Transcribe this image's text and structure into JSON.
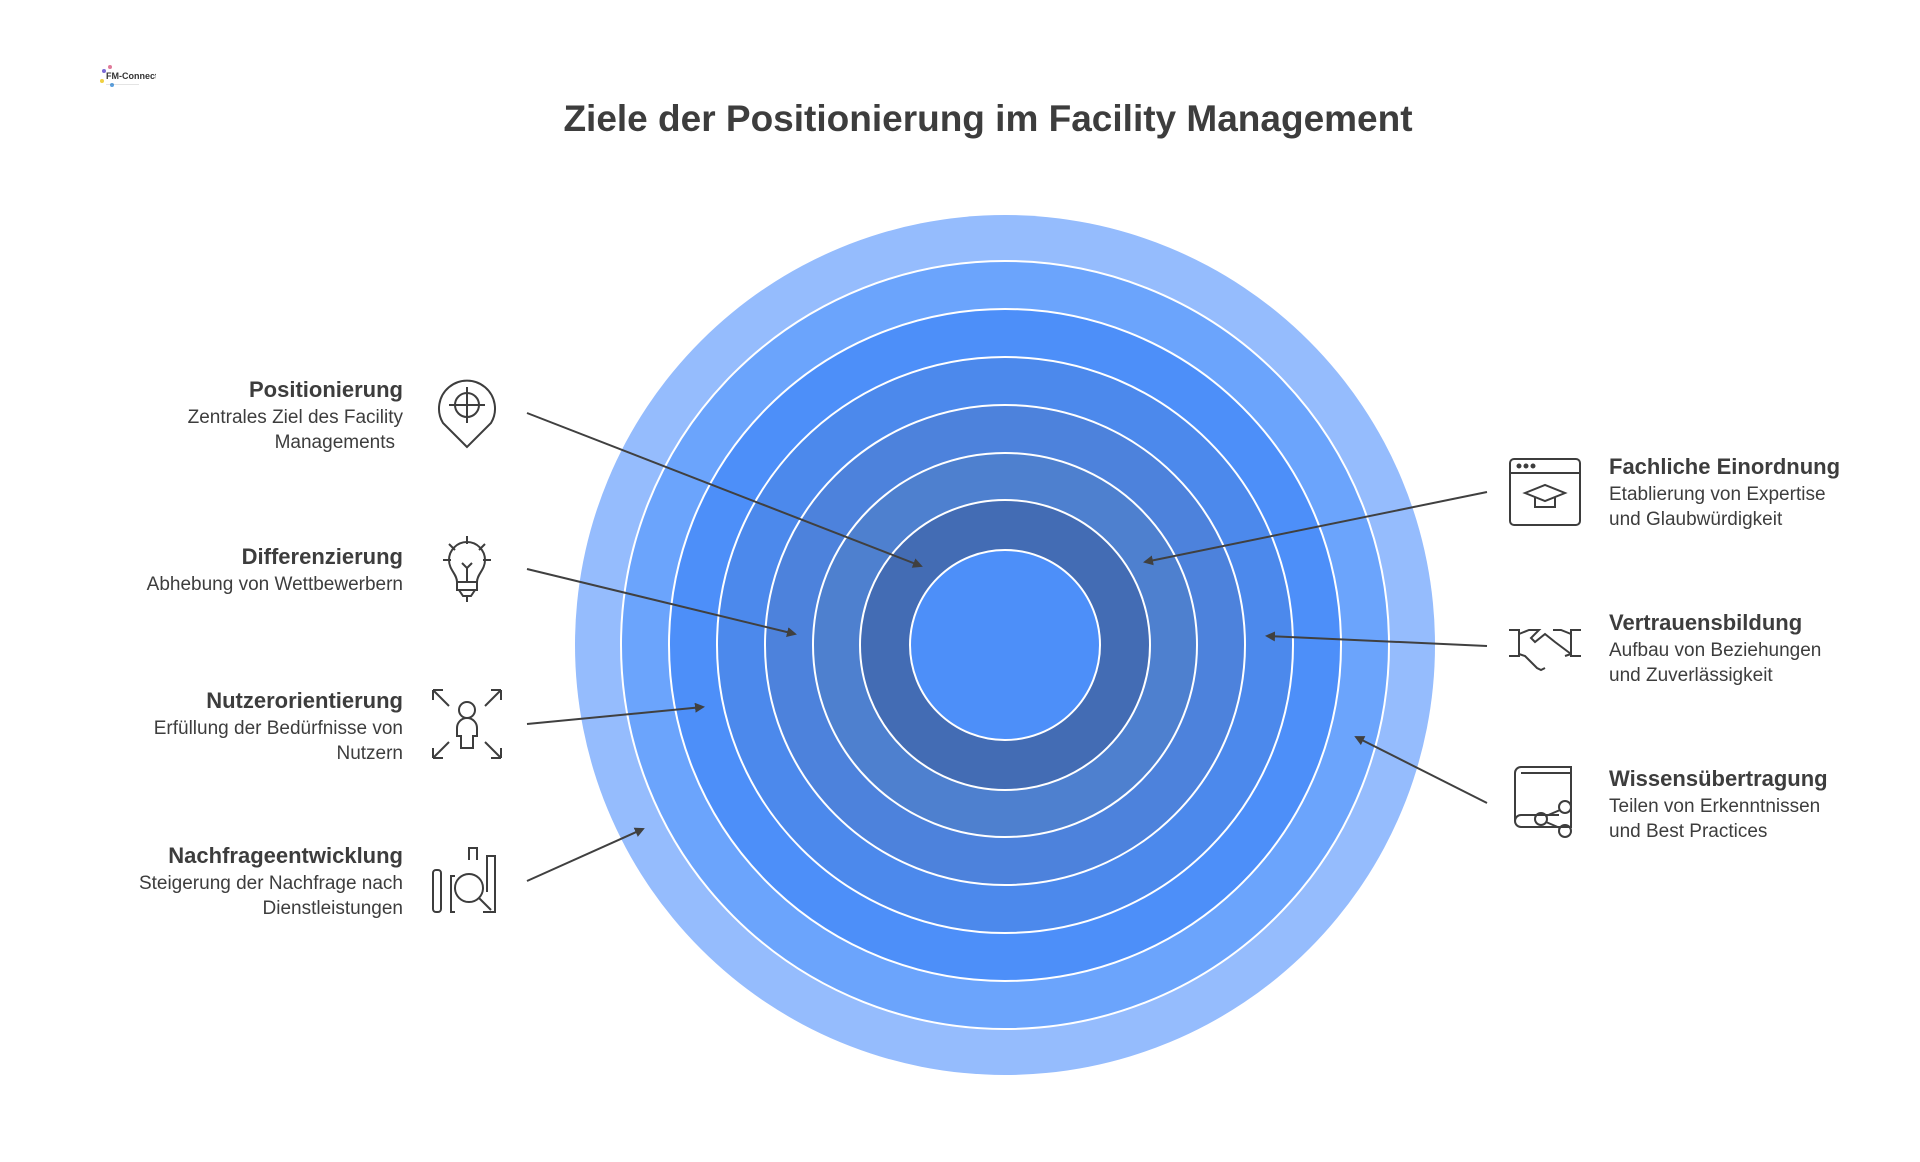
{
  "title": "Ziele der Positionierung im Facility Management",
  "logo_text": "FM-Connect.com",
  "colors": {
    "rings": [
      "#95bcfd",
      "#6ba4fc",
      "#4d8ff9",
      "#4c89ec",
      "#4d82dc",
      "#4e80cf",
      "#436cb4",
      "#4d8ff9"
    ],
    "text": "#3d3d3d",
    "arrow": "#404040"
  },
  "left_items": [
    {
      "title": "Positionierung",
      "desc": [
        "Zentrales Ziel des Facility",
        "Managements"
      ],
      "icon": "location-target-icon"
    },
    {
      "title": "Differenzierung",
      "desc": [
        "Abhebung von Wettbewerbern"
      ],
      "icon": "lightbulb-icon"
    },
    {
      "title": "Nutzerorientierung",
      "desc": [
        "Erfüllung der Bedürfnisse von",
        "Nutzern"
      ],
      "icon": "user-focus-icon"
    },
    {
      "title": "Nachfrageentwicklung",
      "desc": [
        "Steigerung der Nachfrage nach",
        "Dienstleistungen"
      ],
      "icon": "chart-search-icon"
    }
  ],
  "right_items": [
    {
      "title": "Fachliche Einordnung",
      "desc": [
        "Etablierung von Expertise",
        "und Glaubwürdigkeit"
      ],
      "icon": "browser-graduation-cap-icon"
    },
    {
      "title": "Vertrauensbildung",
      "desc": [
        "Aufbau von Beziehungen",
        "und Zuverlässigkeit"
      ],
      "icon": "handshake-icon"
    },
    {
      "title": "Wissensübertragung",
      "desc": [
        "Teilen von Erkenntnissen",
        "und Best Practices"
      ],
      "icon": "book-share-icon"
    }
  ]
}
